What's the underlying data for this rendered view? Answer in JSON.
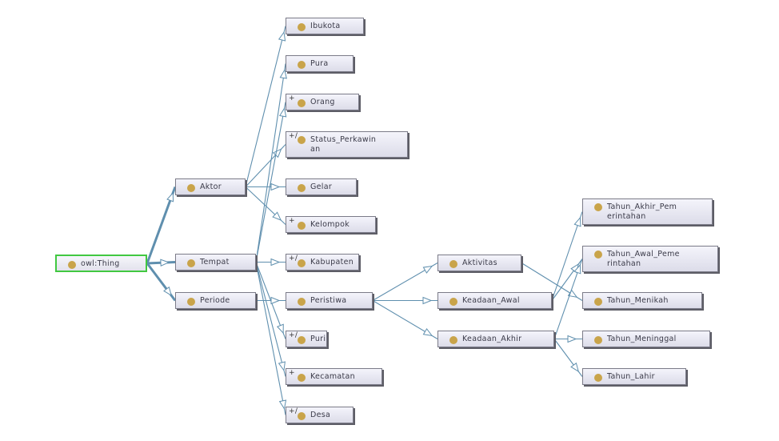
{
  "colors": {
    "edge": "#5f8fae",
    "node_dot": "#c9a44a",
    "root_border": "#41c841"
  },
  "nodes": [
    {
      "id": "owl_thing",
      "label": "owl:Thing",
      "marker": ""
    },
    {
      "id": "aktor",
      "label": "Aktor",
      "marker": ""
    },
    {
      "id": "tempat",
      "label": "Tempat",
      "marker": ""
    },
    {
      "id": "periode",
      "label": "Periode",
      "marker": ""
    },
    {
      "id": "ibukota",
      "label": "Ibukota",
      "marker": ""
    },
    {
      "id": "pura",
      "label": "Pura",
      "marker": ""
    },
    {
      "id": "orang",
      "label": "Orang",
      "marker": "+"
    },
    {
      "id": "status_perkawinan",
      "label": "Status_Perkawin\nan",
      "marker": "+/"
    },
    {
      "id": "gelar",
      "label": "Gelar",
      "marker": ""
    },
    {
      "id": "kelompok",
      "label": "Kelompok",
      "marker": "+"
    },
    {
      "id": "kabupaten",
      "label": "Kabupaten",
      "marker": "+/"
    },
    {
      "id": "peristiwa",
      "label": "Peristiwa",
      "marker": ""
    },
    {
      "id": "puri",
      "label": "Puri",
      "marker": "+/"
    },
    {
      "id": "kecamatan",
      "label": "Kecamatan",
      "marker": "+"
    },
    {
      "id": "desa",
      "label": "Desa",
      "marker": "+/"
    },
    {
      "id": "aktivitas",
      "label": "Aktivitas",
      "marker": ""
    },
    {
      "id": "keadaan_awal",
      "label": "Keadaan_Awal",
      "marker": ""
    },
    {
      "id": "keadaan_akhir",
      "label": "Keadaan_Akhir",
      "marker": ""
    },
    {
      "id": "tahun_akhir_pemerintahan",
      "label": "Tahun_Akhir_Pem\nerintahan",
      "marker": ""
    },
    {
      "id": "tahun_awal_pemerintahan",
      "label": "Tahun_Awal_Peme\nrintahan",
      "marker": ""
    },
    {
      "id": "tahun_menikah",
      "label": "Tahun_Menikah",
      "marker": ""
    },
    {
      "id": "tahun_meninggal",
      "label": "Tahun_Meninggal",
      "marker": ""
    },
    {
      "id": "tahun_lahir",
      "label": "Tahun_Lahir",
      "marker": ""
    }
  ],
  "edges": [
    {
      "from": "owl_thing",
      "to": "aktor"
    },
    {
      "from": "owl_thing",
      "to": "tempat"
    },
    {
      "from": "owl_thing",
      "to": "periode"
    },
    {
      "from": "aktor",
      "to": "ibukota"
    },
    {
      "from": "aktor",
      "to": "status_perkawinan"
    },
    {
      "from": "aktor",
      "to": "gelar"
    },
    {
      "from": "aktor",
      "to": "kelompok"
    },
    {
      "from": "tempat",
      "to": "pura"
    },
    {
      "from": "tempat",
      "to": "orang"
    },
    {
      "from": "tempat",
      "to": "kabupaten"
    },
    {
      "from": "tempat",
      "to": "puri"
    },
    {
      "from": "tempat",
      "to": "kecamatan"
    },
    {
      "from": "tempat",
      "to": "desa"
    },
    {
      "from": "periode",
      "to": "peristiwa"
    },
    {
      "from": "peristiwa",
      "to": "aktivitas"
    },
    {
      "from": "peristiwa",
      "to": "keadaan_awal"
    },
    {
      "from": "peristiwa",
      "to": "keadaan_akhir"
    },
    {
      "from": "aktivitas",
      "to": "tahun_menikah"
    },
    {
      "from": "keadaan_awal",
      "to": "tahun_awal_pemerintahan"
    },
    {
      "from": "keadaan_awal",
      "to": "tahun_akhir_pemerintahan"
    },
    {
      "from": "keadaan_akhir",
      "to": "tahun_meninggal"
    },
    {
      "from": "keadaan_akhir",
      "to": "tahun_lahir"
    },
    {
      "from": "keadaan_akhir",
      "to": "tahun_awal_pemerintahan"
    }
  ]
}
